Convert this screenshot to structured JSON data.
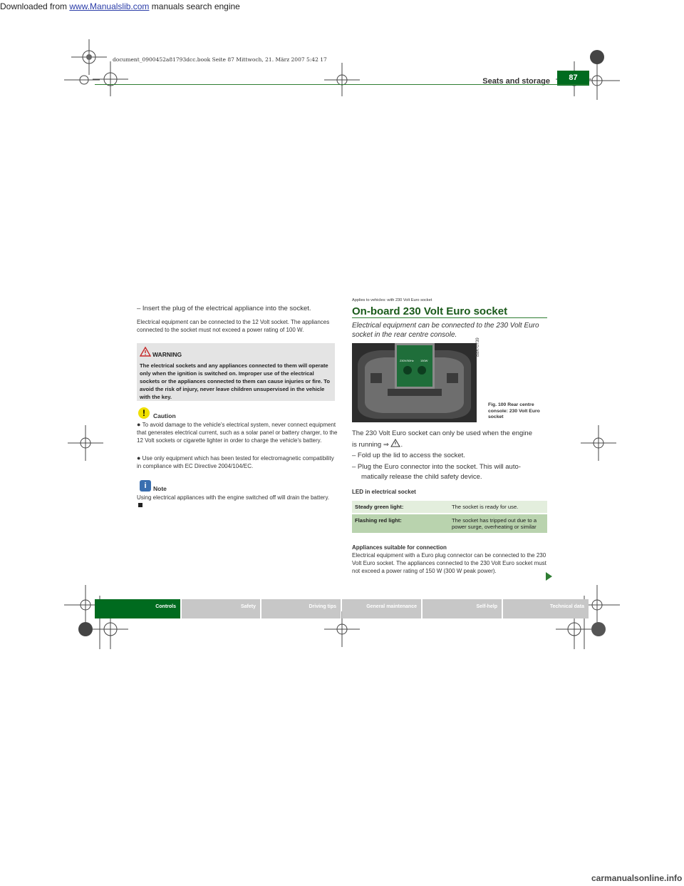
{
  "watermark": {
    "prefix": "Downloaded from ",
    "link": "www.Manualslib.com",
    "suffix": " manuals search engine",
    "bottom": "carmanualsonline.info"
  },
  "docinfo": "document_0900452a81793dcc.book  Seite 87  Mittwoch, 21. März 2007  5:42 17",
  "header": {
    "title": "Seats and storage",
    "page": "87"
  },
  "left": {
    "step": "–  Insert the plug of the electrical appliance into the socket.",
    "intro": "Electrical equipment can be connected to the 12 Volt socket. The appliances connected to the socket must not exceed a power rating of 100 W.",
    "warning_title": "WARNING",
    "warning_text": "The electrical sockets and any appliances connected to them will operate only when the ignition is switched on. Improper use of the electrical sockets or the appliances connected to them can cause injuries or fire. To avoid the risk of injury, never leave children unsupervised in the vehicle with the key.",
    "caution_title": "Caution",
    "caution_items": [
      "To avoid damage to the vehicle's electrical system, never connect equipment that generates electrical current, such as a solar panel or battery charger, to the 12 Volt sockets or cigarette lighter in order to charge the vehicle's battery.",
      "Use only equipment which has been tested for electromagnetic compatibility in compliance with EC Directive 2004/104/EC."
    ],
    "note_title": "Note",
    "note_text": "Using electrical appliances with the engine switched off will drain the battery."
  },
  "right": {
    "applies": "Applies to vehicles: with 230 Volt Euro socket",
    "title": "On-board 230 Volt Euro socket",
    "subtitle": "Electrical equipment can be connected to the 230 Volt Euro socket in the rear centre console.",
    "fig_code": "B8K-0739",
    "fig_caption": "Fig. 100  Rear centre console: 230 Volt Euro socket",
    "socket_label_left": "230V/50Hz",
    "socket_label_right": "150W",
    "body1a": "The 230 Volt Euro socket can only be used when the engine",
    "body1b": "is running ⇒",
    "body1c": ".",
    "step1": "–  Fold up the lid to access the socket.",
    "step2a": "–  Plug the Euro connector into the socket. This will auto-",
    "step2b": "matically release the child safety device.",
    "led_heading": "LED in electrical socket",
    "led_rows": [
      {
        "label": "Steady green light:",
        "desc": "The socket is ready for use."
      },
      {
        "label": "Flashing red light:",
        "desc": "The socket has tripped out due to a power surge, overheating or similar"
      }
    ],
    "appl_heading": "Appliances suitable for connection",
    "appl_text": "Electrical equipment with a Euro plug connector can be connected to the 230 Volt Euro socket. The appliances connected to the 230 Volt Euro socket must not exceed a power rating of 150 W (300 W peak power)."
  },
  "footer_tabs": [
    {
      "label": "Controls",
      "active": true
    },
    {
      "label": "Safety",
      "active": false
    },
    {
      "label": "Driving tips",
      "active": false
    },
    {
      "label": "General maintenance",
      "active": false
    },
    {
      "label": "Self-help",
      "active": false
    },
    {
      "label": "Technical data",
      "active": false
    }
  ],
  "colors": {
    "brand_green": "#006b1f",
    "tab_grey": "#c7c7c7"
  }
}
